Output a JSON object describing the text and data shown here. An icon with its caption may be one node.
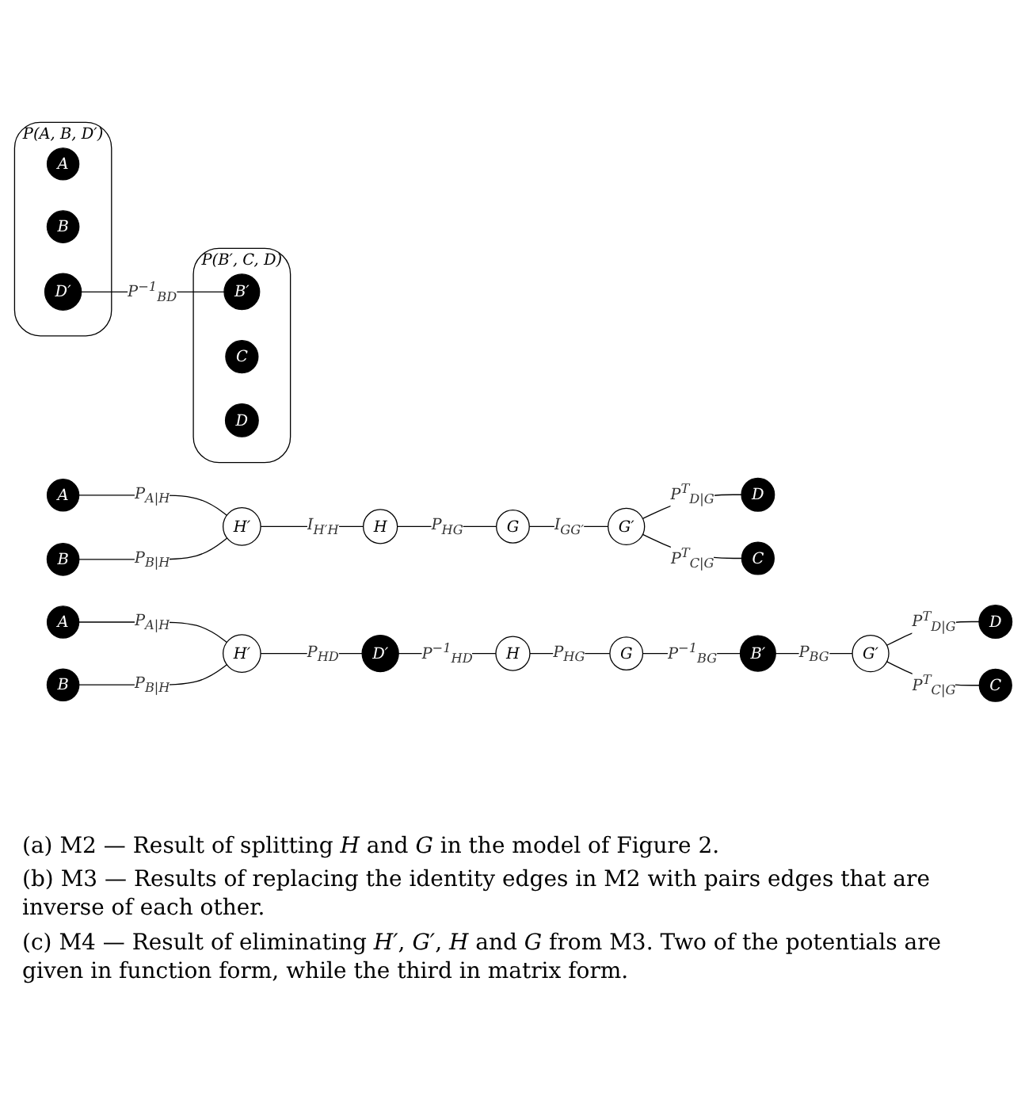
{
  "diagram": {
    "nodes": [
      {
        "text": [
          "A"
        ]
      },
      {
        "text": [
          "B"
        ]
      },
      {
        "text": [
          "H′"
        ]
      },
      {
        "text": [
          "H"
        ]
      },
      {
        "text": [
          "G"
        ]
      },
      {
        "text": [
          "G′"
        ]
      },
      {
        "text": [
          "D"
        ]
      },
      {
        "text": [
          "C"
        ]
      },
      {
        "text": [
          "A"
        ]
      },
      {
        "text": [
          "B"
        ]
      },
      {
        "text": [
          "H′"
        ]
      },
      {
        "text": [
          "D′"
        ]
      },
      {
        "text": [
          "H"
        ]
      },
      {
        "text": [
          "G"
        ]
      },
      {
        "text": [
          "B′"
        ]
      },
      {
        "text": [
          "G′"
        ]
      },
      {
        "text": [
          "D"
        ]
      },
      {
        "text": [
          "C"
        ]
      },
      {
        "text": [
          "P(A, B, D′)"
        ]
      },
      {
        "text": [
          "A"
        ],
        "in": 18
      },
      {
        "text": [
          "B"
        ],
        "in": 18
      },
      {
        "text": [
          "D′"
        ],
        "in": 18
      },
      {
        "text": [
          "P(B′, C, D)"
        ]
      },
      {
        "text": [
          "B′"
        ],
        "in": 22
      },
      {
        "text": [
          "C"
        ],
        "in": 22
      },
      {
        "text": [
          "D"
        ],
        "in": 22
      }
    ],
    "edges": [
      {
        "from": 0,
        "to": 2,
        "arrow": "none",
        "label": "P$_{A|H}$"
      },
      {
        "from": 1,
        "to": 2,
        "arrow": "none",
        "label": "P$_{B|H}$"
      },
      {
        "from": 2,
        "to": 3,
        "arrow": "none",
        "label": "I$_{H′H}$"
      },
      {
        "from": 3,
        "to": 4,
        "arrow": "none",
        "label": "P$_{HG}$"
      },
      {
        "from": 4,
        "to": 5,
        "arrow": "none",
        "label": "I$_{GG′}$"
      },
      {
        "from": 5,
        "to": 6,
        "arrow": "none",
        "label": "P$^{T}$$_{D|G}$"
      },
      {
        "from": 5,
        "to": 7,
        "arrow": "none",
        "label": "P$^{T}$$_{C|G}$"
      },
      {
        "from": 8,
        "to": 10,
        "arrow": "none",
        "label": "P$_{A|H}$"
      },
      {
        "from": 9,
        "to": 10,
        "arrow": "none",
        "label": "P$_{B|H}$"
      },
      {
        "from": 10,
        "to": 11,
        "arrow": "none",
        "label": "P$_{HD}$"
      },
      {
        "from": 11,
        "to": 12,
        "arrow": "none",
        "label": "P$^{−1}$$_{HD}$"
      },
      {
        "from": 12,
        "to": 13,
        "arrow": "none",
        "label": "P$_{HG}$"
      },
      {
        "from": 13,
        "to": 14,
        "arrow": "none",
        "label": "P$^{−1}$$_{BG}$"
      },
      {
        "from": 14,
        "to": 15,
        "arrow": "none",
        "label": "P$_{BG}$"
      },
      {
        "from": 15,
        "to": 16,
        "arrow": "none",
        "label": "P$^{T}$$_{D|G}$"
      },
      {
        "from": 15,
        "to": 17,
        "arrow": "none",
        "label": "P$^{T}$$_{C|G}$"
      },
      {
        "from": 21,
        "to": 23,
        "arrow": "none",
        "label": "P$^{−1}$$_{BD}$"
      }
    ],
    "labels": [
      "(a) M2 — Result of splitting *H* and *G* in the model of Figure 2.",
      "(b) M3 — Results of replacing the identity edges in M2 with pairs edges that are inverse of each other.",
      "(c) M4 — Result of eliminating *H′*, *G′*, *H* and *G* from M3. Two of the potentials are given in function form, while the third in matrix form."
    ]
  }
}
